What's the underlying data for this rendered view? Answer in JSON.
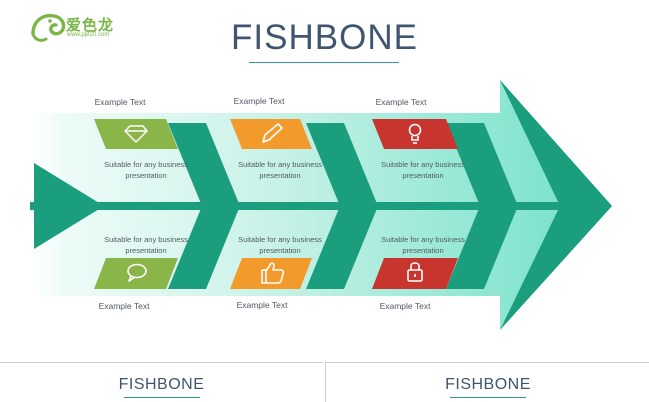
{
  "logo": {
    "name": "爱色龙",
    "url": "www.ppt20.com"
  },
  "title": "FISHBONE",
  "colors": {
    "teal": "#1b9e7e",
    "green": "#8ab548",
    "orange": "#f29a2b",
    "red": "#c8352f",
    "arrow_light": "#6fe0c8"
  },
  "top_items": [
    {
      "label": "Example Text",
      "desc": "Suitable for any business presentation",
      "icon": "diamond-icon",
      "color": "#8ab548"
    },
    {
      "label": "Example Text",
      "desc": "Suitable for any business presentation",
      "icon": "pencil-icon",
      "color": "#f29a2b"
    },
    {
      "label": "Example Text",
      "desc": "Suitable for any business presentation",
      "icon": "lightbulb-icon",
      "color": "#c8352f"
    }
  ],
  "bottom_items": [
    {
      "label": "Example Text",
      "desc": "Suitable for any business presentation",
      "icon": "chat-bubble-icon",
      "color": "#8ab548"
    },
    {
      "label": "Example Text",
      "desc": "Suitable for any business presentation",
      "icon": "thumbs-up-icon",
      "color": "#f29a2b"
    },
    {
      "label": "Example Text",
      "desc": "Suitable for any business presentation",
      "icon": "padlock-icon",
      "color": "#c8352f"
    }
  ],
  "cards": [
    {
      "title": "FISHBONE"
    },
    {
      "title": "FISHBONE"
    }
  ]
}
